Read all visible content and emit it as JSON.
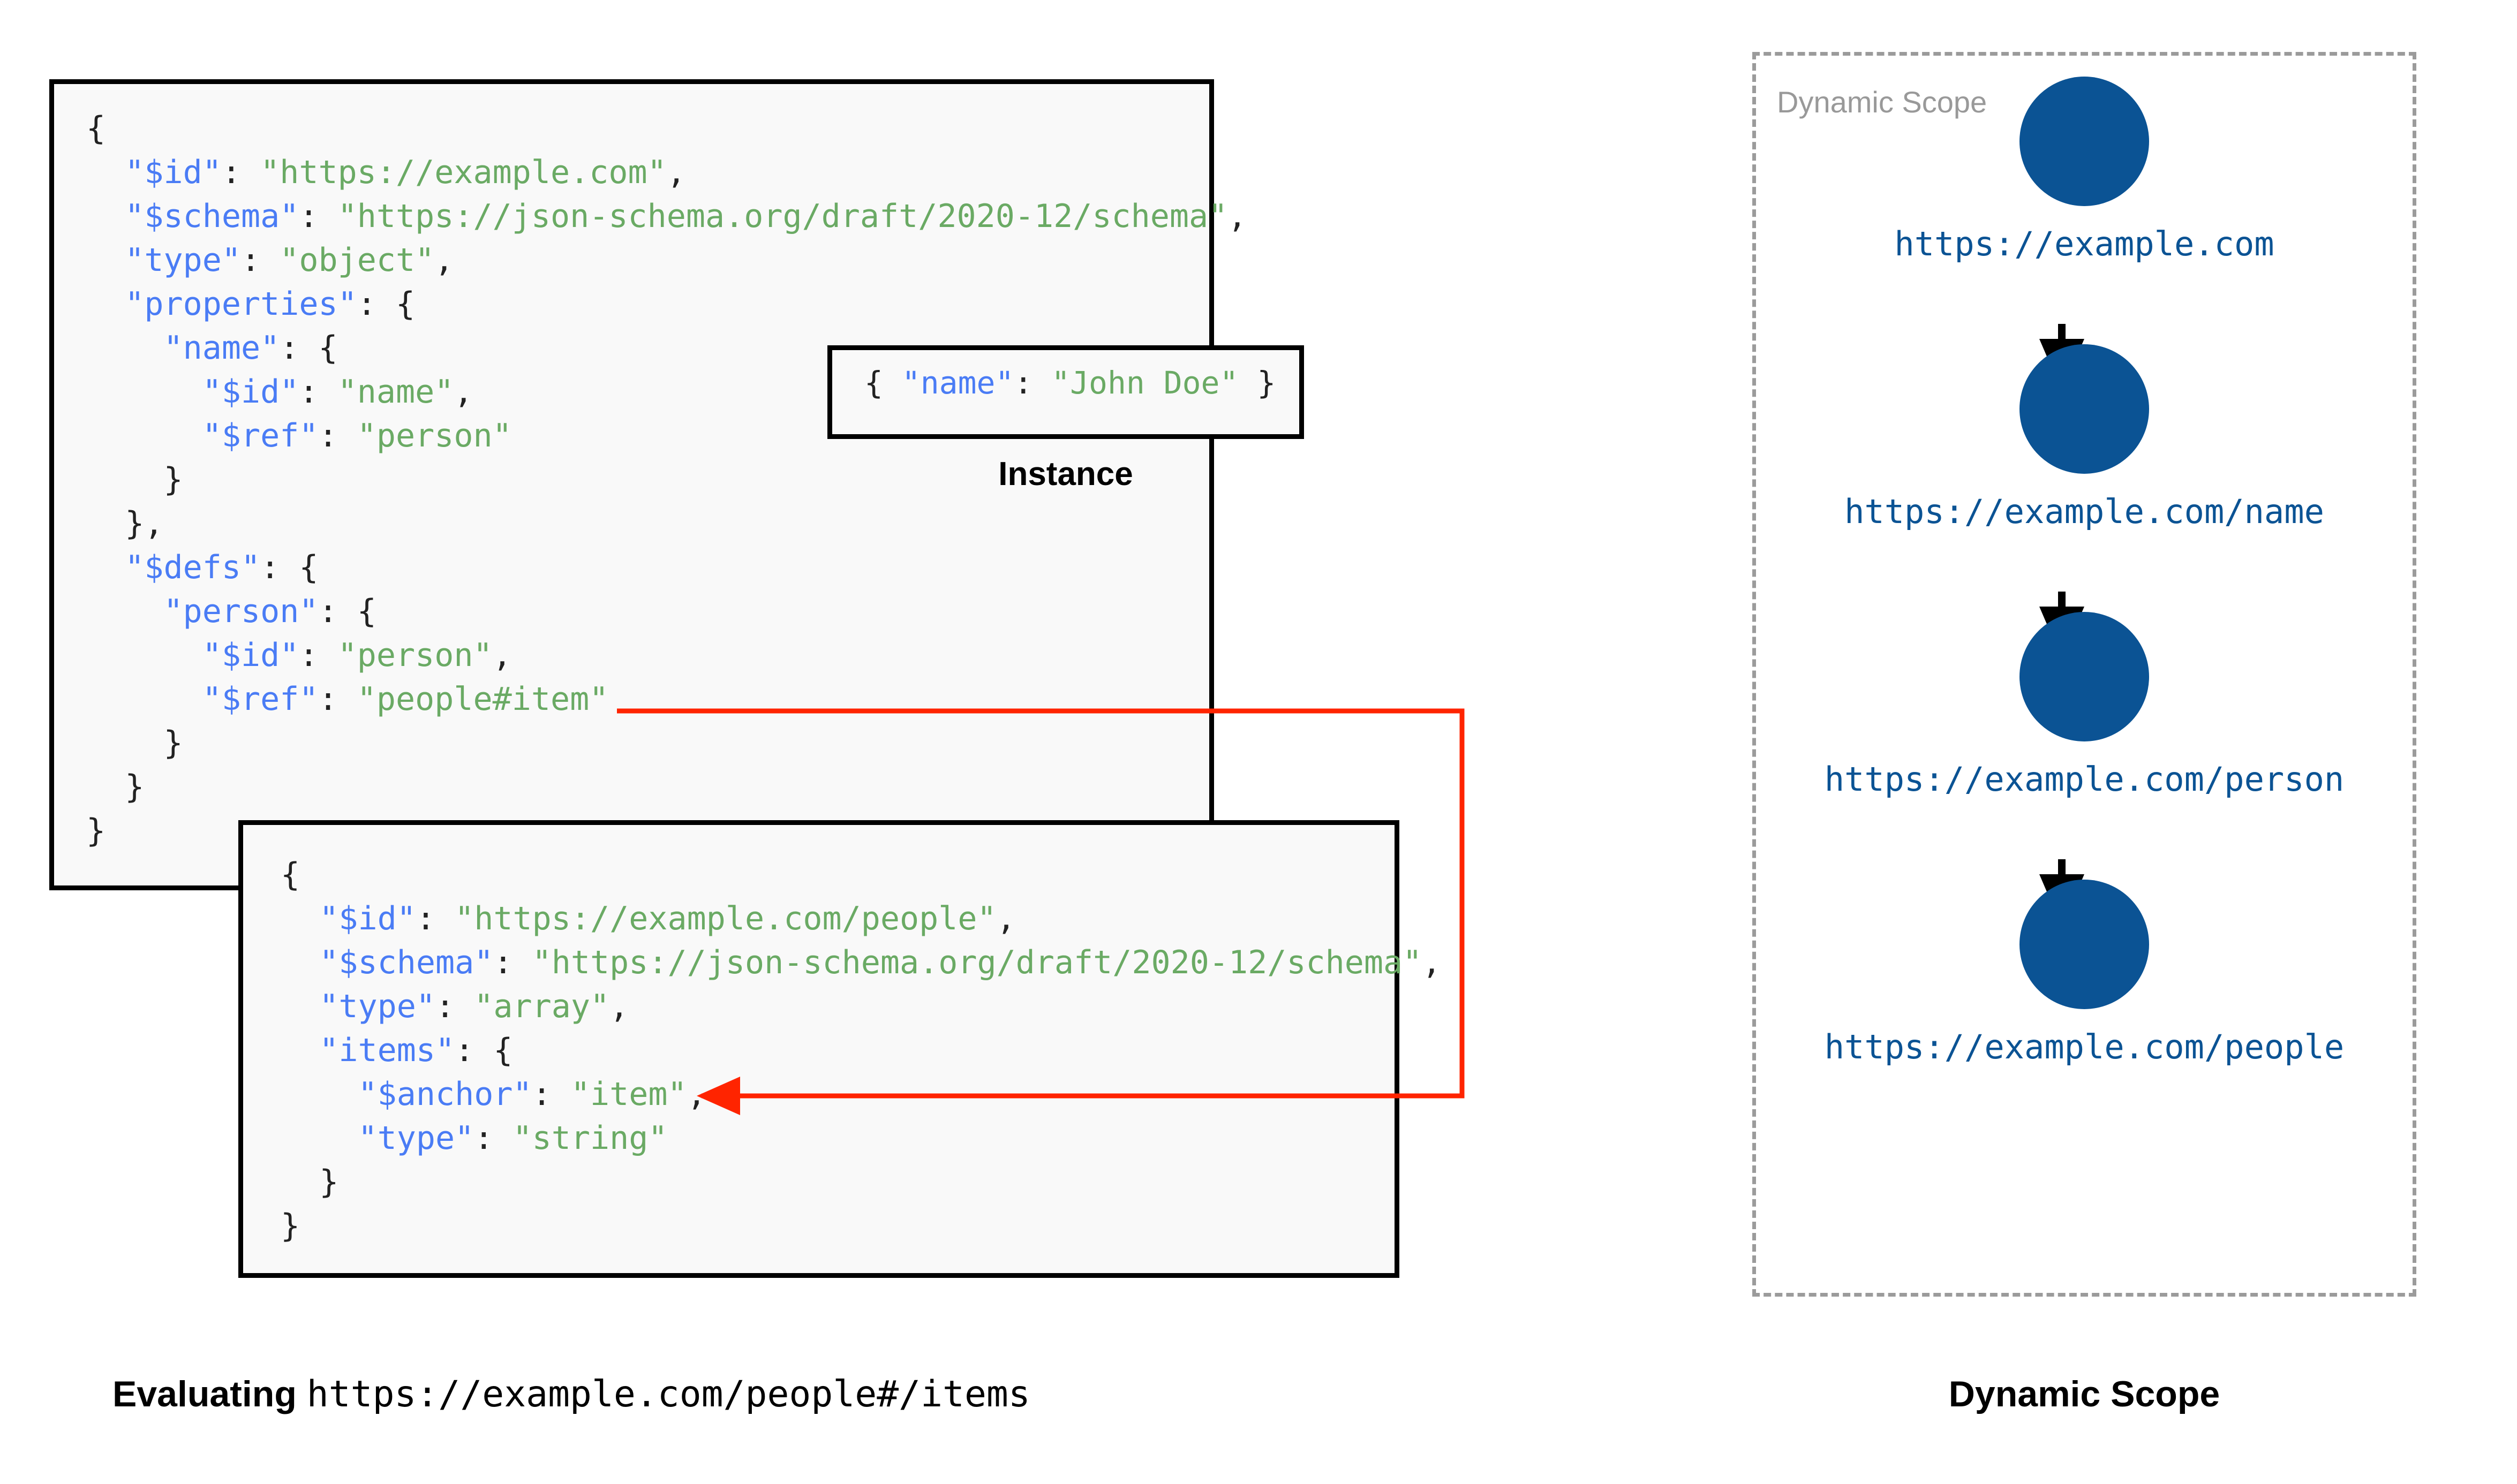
{
  "colors": {
    "key": "#4a7cf5",
    "string": "#6aaa64",
    "punctuation": "#222222",
    "box_border": "#000000",
    "box_fill": "#f9f9f9",
    "arrow_red": "#ff2400",
    "node_blue": "#0b5394",
    "dashed_gray": "#9b9b9b",
    "scope_inner_label": "#999999",
    "background": "#ffffff"
  },
  "root_schema": {
    "name": "root-schema",
    "lines": [
      {
        "indent": 0,
        "tokens": [
          {
            "t": "p",
            "v": "{"
          }
        ]
      },
      {
        "indent": 1,
        "tokens": [
          {
            "t": "k",
            "v": "\"$id\""
          },
          {
            "t": "p",
            "v": ": "
          },
          {
            "t": "s",
            "v": "\"https://example.com\""
          },
          {
            "t": "p",
            "v": ","
          }
        ]
      },
      {
        "indent": 1,
        "tokens": [
          {
            "t": "k",
            "v": "\"$schema\""
          },
          {
            "t": "p",
            "v": ": "
          },
          {
            "t": "s",
            "v": "\"https://json-schema.org/draft/2020-12/schema\""
          },
          {
            "t": "p",
            "v": ","
          }
        ]
      },
      {
        "indent": 1,
        "tokens": [
          {
            "t": "k",
            "v": "\"type\""
          },
          {
            "t": "p",
            "v": ": "
          },
          {
            "t": "s",
            "v": "\"object\""
          },
          {
            "t": "p",
            "v": ","
          }
        ]
      },
      {
        "indent": 1,
        "tokens": [
          {
            "t": "k",
            "v": "\"properties\""
          },
          {
            "t": "p",
            "v": ": {"
          }
        ]
      },
      {
        "indent": 2,
        "tokens": [
          {
            "t": "k",
            "v": "\"name\""
          },
          {
            "t": "p",
            "v": ": {"
          }
        ]
      },
      {
        "indent": 3,
        "tokens": [
          {
            "t": "k",
            "v": "\"$id\""
          },
          {
            "t": "p",
            "v": ": "
          },
          {
            "t": "s",
            "v": "\"name\""
          },
          {
            "t": "p",
            "v": ","
          }
        ]
      },
      {
        "indent": 3,
        "tokens": [
          {
            "t": "k",
            "v": "\"$ref\""
          },
          {
            "t": "p",
            "v": ": "
          },
          {
            "t": "s",
            "v": "\"person\""
          }
        ]
      },
      {
        "indent": 2,
        "tokens": [
          {
            "t": "p",
            "v": "}"
          }
        ]
      },
      {
        "indent": 1,
        "tokens": [
          {
            "t": "p",
            "v": "},"
          }
        ]
      },
      {
        "indent": 1,
        "tokens": [
          {
            "t": "k",
            "v": "\"$defs\""
          },
          {
            "t": "p",
            "v": ": {"
          }
        ]
      },
      {
        "indent": 2,
        "tokens": [
          {
            "t": "k",
            "v": "\"person\""
          },
          {
            "t": "p",
            "v": ": {"
          }
        ]
      },
      {
        "indent": 3,
        "tokens": [
          {
            "t": "k",
            "v": "\"$id\""
          },
          {
            "t": "p",
            "v": ": "
          },
          {
            "t": "s",
            "v": "\"person\""
          },
          {
            "t": "p",
            "v": ","
          }
        ]
      },
      {
        "indent": 3,
        "tokens": [
          {
            "t": "k",
            "v": "\"$ref\""
          },
          {
            "t": "p",
            "v": ": "
          },
          {
            "t": "s",
            "v": "\"people#item\""
          }
        ]
      },
      {
        "indent": 2,
        "tokens": [
          {
            "t": "p",
            "v": "}"
          }
        ]
      },
      {
        "indent": 1,
        "tokens": [
          {
            "t": "p",
            "v": "}"
          }
        ]
      },
      {
        "indent": 0,
        "tokens": [
          {
            "t": "p",
            "v": "}"
          }
        ]
      }
    ]
  },
  "people_schema": {
    "name": "people-schema",
    "lines": [
      {
        "indent": 0,
        "tokens": [
          {
            "t": "p",
            "v": "{"
          }
        ]
      },
      {
        "indent": 1,
        "tokens": [
          {
            "t": "k",
            "v": "\"$id\""
          },
          {
            "t": "p",
            "v": ": "
          },
          {
            "t": "s",
            "v": "\"https://example.com/people\""
          },
          {
            "t": "p",
            "v": ","
          }
        ]
      },
      {
        "indent": 1,
        "tokens": [
          {
            "t": "k",
            "v": "\"$schema\""
          },
          {
            "t": "p",
            "v": ": "
          },
          {
            "t": "s",
            "v": "\"https://json-schema.org/draft/2020-12/schema\""
          },
          {
            "t": "p",
            "v": ","
          }
        ]
      },
      {
        "indent": 1,
        "tokens": [
          {
            "t": "k",
            "v": "\"type\""
          },
          {
            "t": "p",
            "v": ": "
          },
          {
            "t": "s",
            "v": "\"array\""
          },
          {
            "t": "p",
            "v": ","
          }
        ]
      },
      {
        "indent": 1,
        "tokens": [
          {
            "t": "k",
            "v": "\"items\""
          },
          {
            "t": "p",
            "v": ": {"
          }
        ]
      },
      {
        "indent": 2,
        "tokens": [
          {
            "t": "k",
            "v": "\"$anchor\""
          },
          {
            "t": "p",
            "v": ": "
          },
          {
            "t": "s",
            "v": "\"item\""
          },
          {
            "t": "p",
            "v": ","
          }
        ]
      },
      {
        "indent": 2,
        "tokens": [
          {
            "t": "k",
            "v": "\"type\""
          },
          {
            "t": "p",
            "v": ": "
          },
          {
            "t": "s",
            "v": "\"string\""
          }
        ]
      },
      {
        "indent": 1,
        "tokens": [
          {
            "t": "p",
            "v": "}"
          }
        ]
      },
      {
        "indent": 0,
        "tokens": [
          {
            "t": "p",
            "v": "}"
          }
        ]
      }
    ]
  },
  "instance": {
    "name": "instance-box",
    "caption": "Instance",
    "lines": [
      {
        "indent": 0,
        "tokens": [
          {
            "t": "p",
            "v": "{ "
          },
          {
            "t": "k",
            "v": "\"name\""
          },
          {
            "t": "p",
            "v": ": "
          },
          {
            "t": "s",
            "v": "\"John Doe\""
          },
          {
            "t": "p",
            "v": " }"
          }
        ]
      }
    ]
  },
  "dynamic_scope": {
    "inner_label": "Dynamic Scope",
    "caption": "Dynamic Scope",
    "nodes": [
      {
        "label": "https://example.com",
        "icon": "filled-circle-node"
      },
      {
        "label": "https://example.com/name",
        "icon": "filled-circle-node"
      },
      {
        "label": "https://example.com/person",
        "icon": "filled-circle-node"
      },
      {
        "label": "https://example.com/people",
        "icon": "filled-circle-node"
      }
    ],
    "arrow_count": 3,
    "arrow_direction": "down"
  },
  "evaluating_caption": {
    "label": "Evaluating",
    "uri": "https://example.com/people#/items"
  },
  "reference_arrow": {
    "name": "ref-to-anchor-arrow",
    "from": "\"$ref\": \"people#item\"",
    "to": "\"$anchor\": \"item\"",
    "color": "#ff2400"
  }
}
